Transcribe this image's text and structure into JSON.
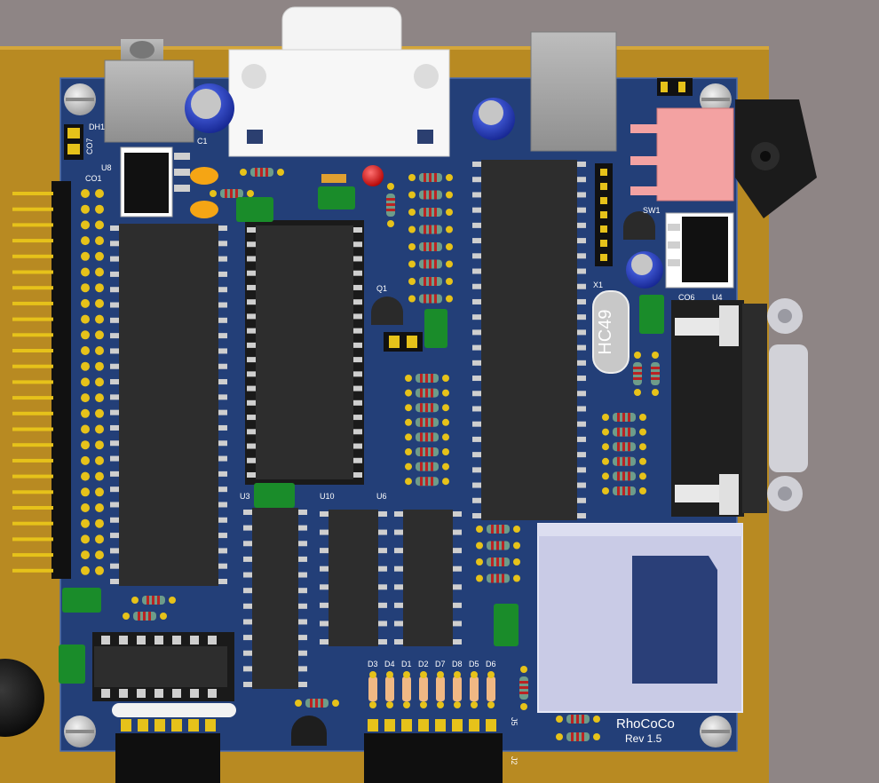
{
  "board": {
    "name": "RhoCoCo",
    "revision": "Rev 1.5",
    "colors": {
      "background": "#8e8585",
      "carrier": "#b88a22",
      "pcb": "#233f78",
      "chip": "#2d2d2d",
      "pad": "#e6c21a",
      "pin": "#cfcfcf",
      "resistor": "#6e9c8a",
      "led_red": "#e01010",
      "capacitor_green": "#1a8c2a",
      "electrolytic_blue": "#1a36c8",
      "sd_socket": "#c9cbe6",
      "switch_pink": "#f0a0a0"
    }
  },
  "silkscreen": {
    "dh1": "DH1",
    "c1": "C1",
    "co7": "CO7",
    "u8": "U8",
    "co1": "CO1",
    "q1": "Q1",
    "x1": "X1",
    "crystal": "HC49",
    "sw1": "SW1",
    "co6": "CO6",
    "u4": "U4",
    "u3": "U3",
    "u10": "U10",
    "u6": "U6",
    "led_labels": [
      "D3",
      "D4",
      "D1",
      "D2",
      "D7",
      "D8",
      "D5",
      "D6"
    ],
    "j5": "J5",
    "j2": "J2"
  }
}
